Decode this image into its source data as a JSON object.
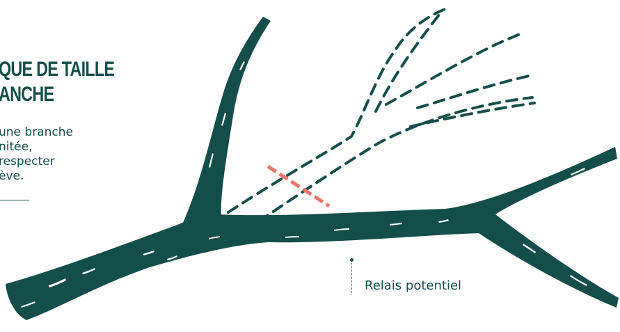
{
  "title": {
    "line1": "QUE DE TAILLE",
    "line2": "ANCHE"
  },
  "description": {
    "line1": "une branche",
    "line2": "nitée,",
    "line3": "respecter",
    "line4": "ève."
  },
  "callout": {
    "label": "Relais potentiel"
  },
  "colors": {
    "branch": "#144e4a",
    "cut_mark": "#e8756a",
    "background": "#ffffff"
  },
  "icons": {
    "callout_marker": "dot-icon"
  }
}
